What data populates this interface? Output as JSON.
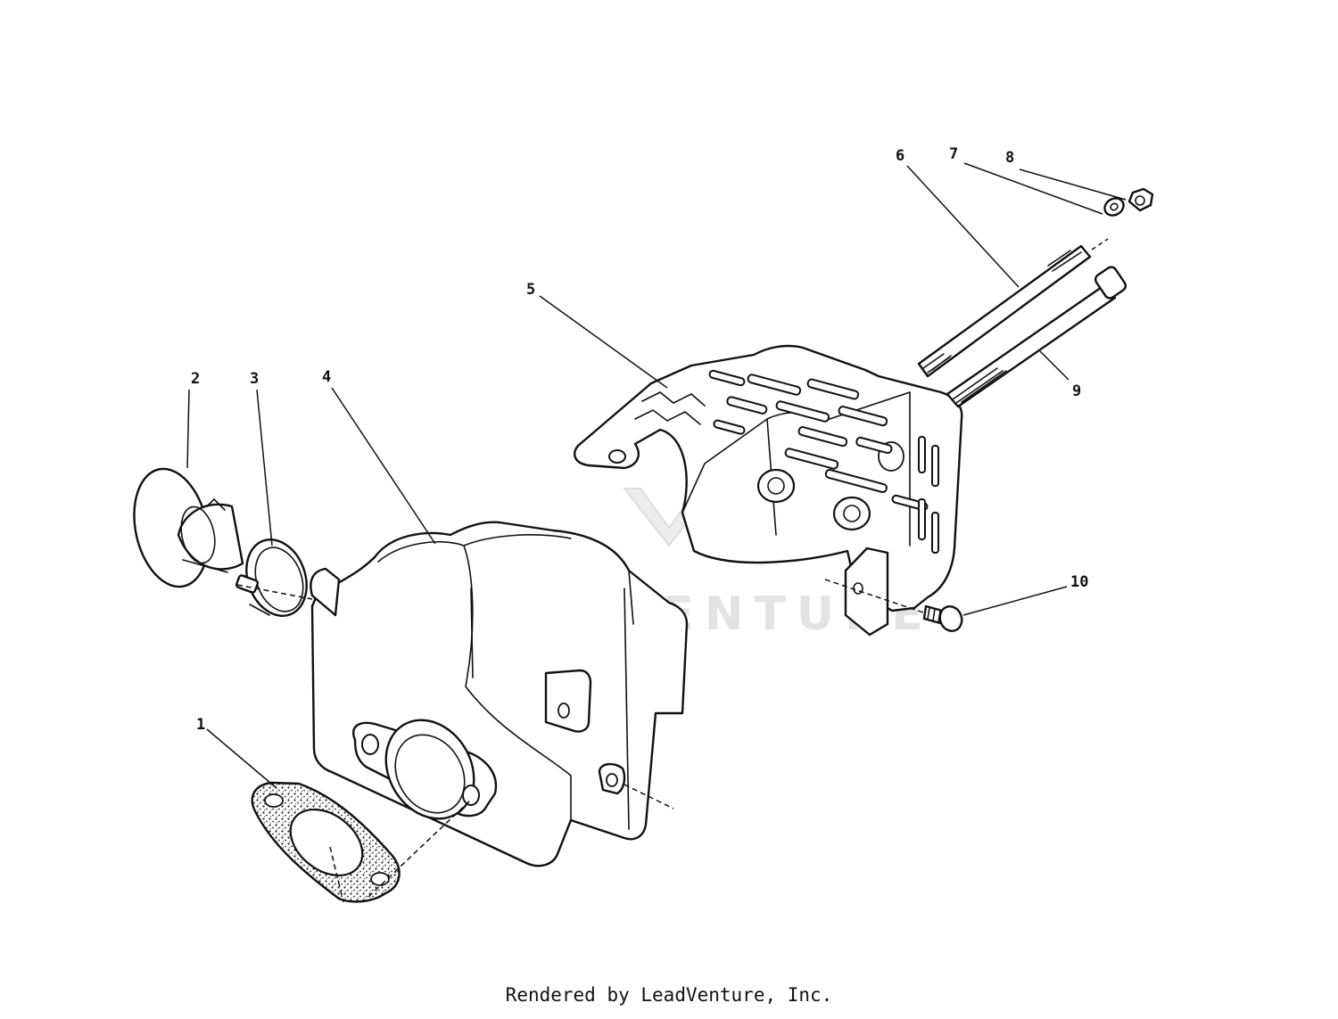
{
  "parts": [
    {
      "id": "1",
      "label": "1"
    },
    {
      "id": "2",
      "label": "2"
    },
    {
      "id": "3",
      "label": "3"
    },
    {
      "id": "4",
      "label": "4"
    },
    {
      "id": "5",
      "label": "5"
    },
    {
      "id": "6",
      "label": "6"
    },
    {
      "id": "7",
      "label": "7"
    },
    {
      "id": "8",
      "label": "8"
    },
    {
      "id": "9",
      "label": "9"
    },
    {
      "id": "10",
      "label": "10"
    }
  ],
  "watermark": "LEADVENTURE",
  "footer": "Rendered by LeadVenture, Inc."
}
